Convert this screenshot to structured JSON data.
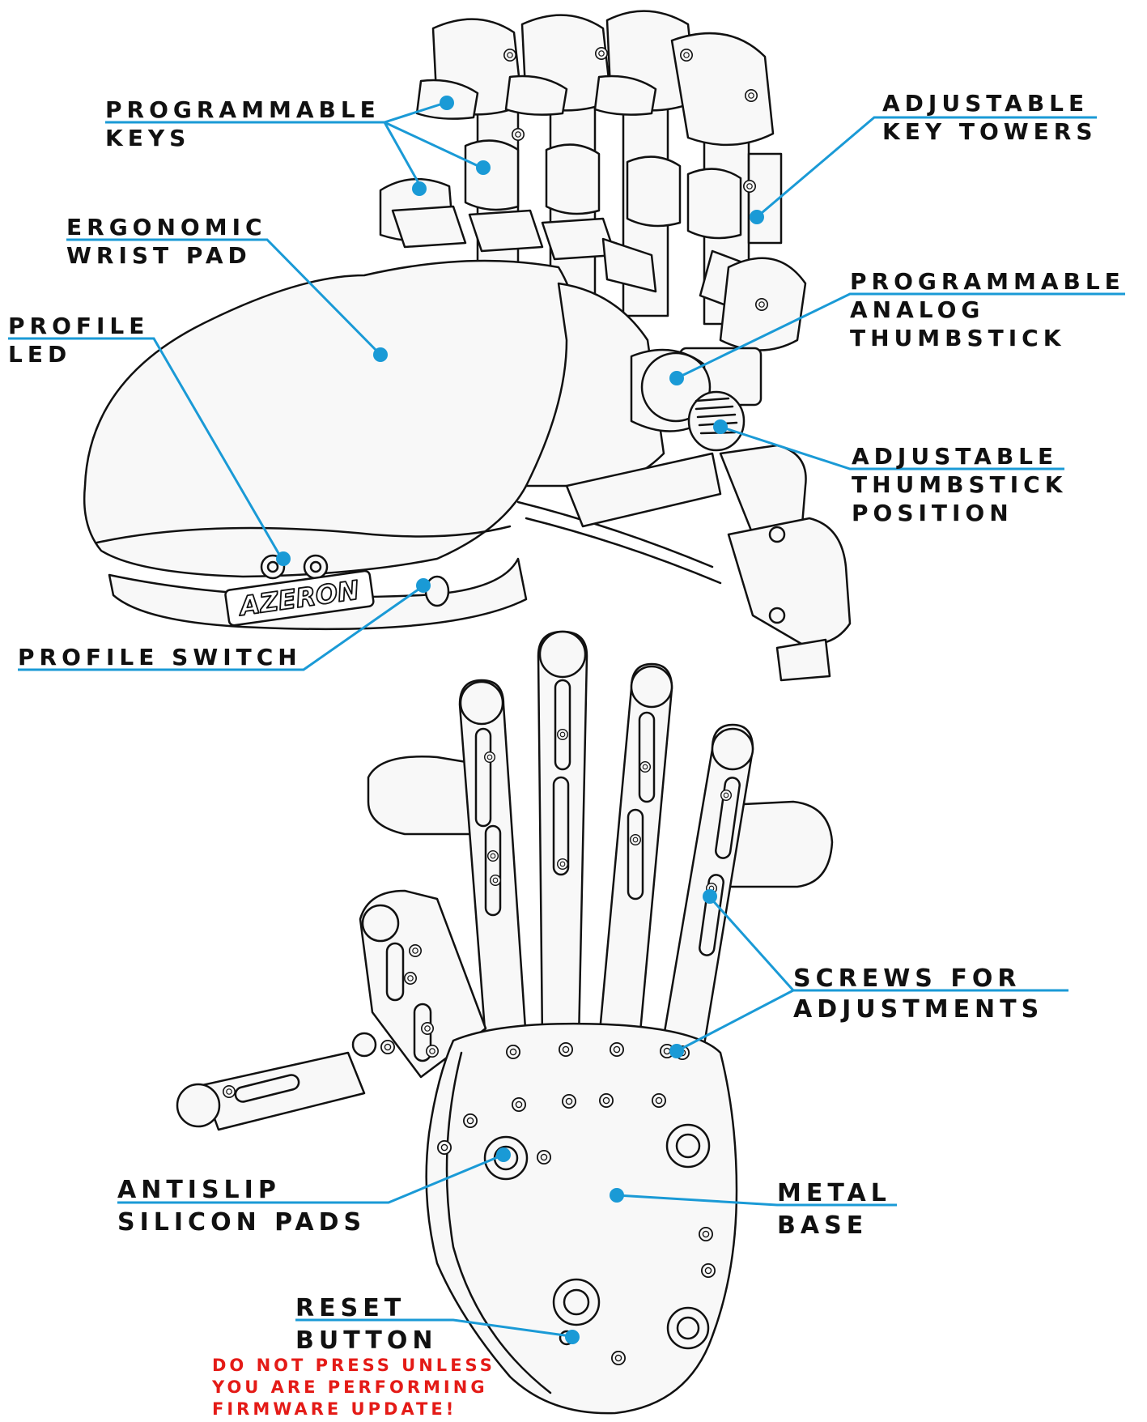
{
  "colors": {
    "leader": "#1a9ad6",
    "ink": "#111111",
    "warning": "#e41b17"
  },
  "device": {
    "brand": "AZERON"
  },
  "labels": {
    "programmable_keys": {
      "line1": "PROGRAMMABLE",
      "line2": "KEYS"
    },
    "adjustable_key_towers": {
      "line1": "ADJUSTABLE",
      "line2": "KEY TOWERS"
    },
    "ergonomic_wrist_pad": {
      "line1": "ERGONOMIC",
      "line2": "WRIST PAD"
    },
    "profile_led": {
      "line1": "PROFILE",
      "line2": "LED"
    },
    "programmable_analog_thumbstick": {
      "line1": "PROGRAMMABLE",
      "line2": "ANALOG",
      "line3": "THUMBSTICK"
    },
    "adjustable_thumbstick_position": {
      "line1": "ADJUSTABLE",
      "line2": "THUMBSTICK",
      "line3": "POSITION"
    },
    "profile_switch": {
      "line1": "PROFILE SWITCH"
    },
    "screws_for_adjustments": {
      "line1": "SCREWS FOR",
      "line2": "ADJUSTMENTS"
    },
    "antislip_silicon_pads": {
      "line1": "ANTISLIP",
      "line2": "SILICON PADS"
    },
    "metal_base": {
      "line1": "METAL",
      "line2": "BASE"
    },
    "reset_button": {
      "line1": "RESET",
      "line2": "BUTTON"
    }
  },
  "warning": {
    "line1": "DO NOT PRESS UNLESS",
    "line2": "YOU ARE PERFORMING",
    "line3": "FIRMWARE UPDATE!"
  }
}
